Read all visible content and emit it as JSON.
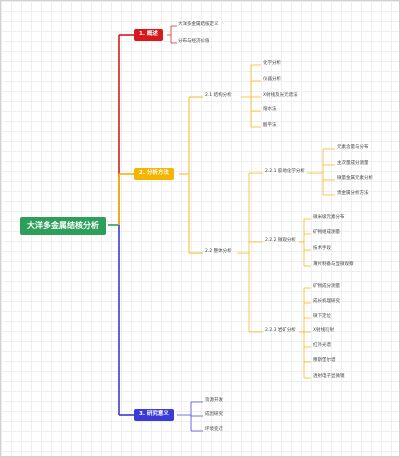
{
  "colors": {
    "root": "#2e9e5b",
    "overview": "#d7191c",
    "methods": "#f5b400",
    "significance": "#3b3bd9"
  },
  "root": {
    "label": "大洋多金属结核分析"
  },
  "overview": {
    "label": "1. 概述",
    "items": [
      "大洋多金属结核定义",
      "分布与经济价值"
    ]
  },
  "methods": {
    "label": "2. 分析方法",
    "structure": {
      "label": "2.1 结构分析",
      "items": [
        "化学分析",
        "仪器分析",
        "X射线及光元谱法",
        "熔水法",
        "酸平法"
      ]
    },
    "overall": {
      "label": "2.2 整体分析",
      "chemical": {
        "label": "2.2.1 胶地化学分析",
        "items": [
          "元素含量与分布",
          "主次量成分测量",
          "微量金属元素分析",
          "贵金属分析方法"
        ]
      },
      "micro": {
        "label": "2.2.2 微观分析",
        "items": [
          "微米级元素分布",
          "矿物组成测量",
          "技术手段",
          "薄片制备与显微观察"
        ]
      },
      "mineral": {
        "label": "2.2.3 岩矿分析",
        "items": [
          "矿物成分测量",
          "成长机理研究",
          "微下定位",
          "X射线衍射",
          "红外光谱",
          "穆斯堡尔谱",
          "透射电子显微镜"
        ]
      }
    }
  },
  "significance": {
    "label": "3. 研究意义",
    "items": [
      "资源开发",
      "成因研究",
      "环境变迁"
    ]
  }
}
